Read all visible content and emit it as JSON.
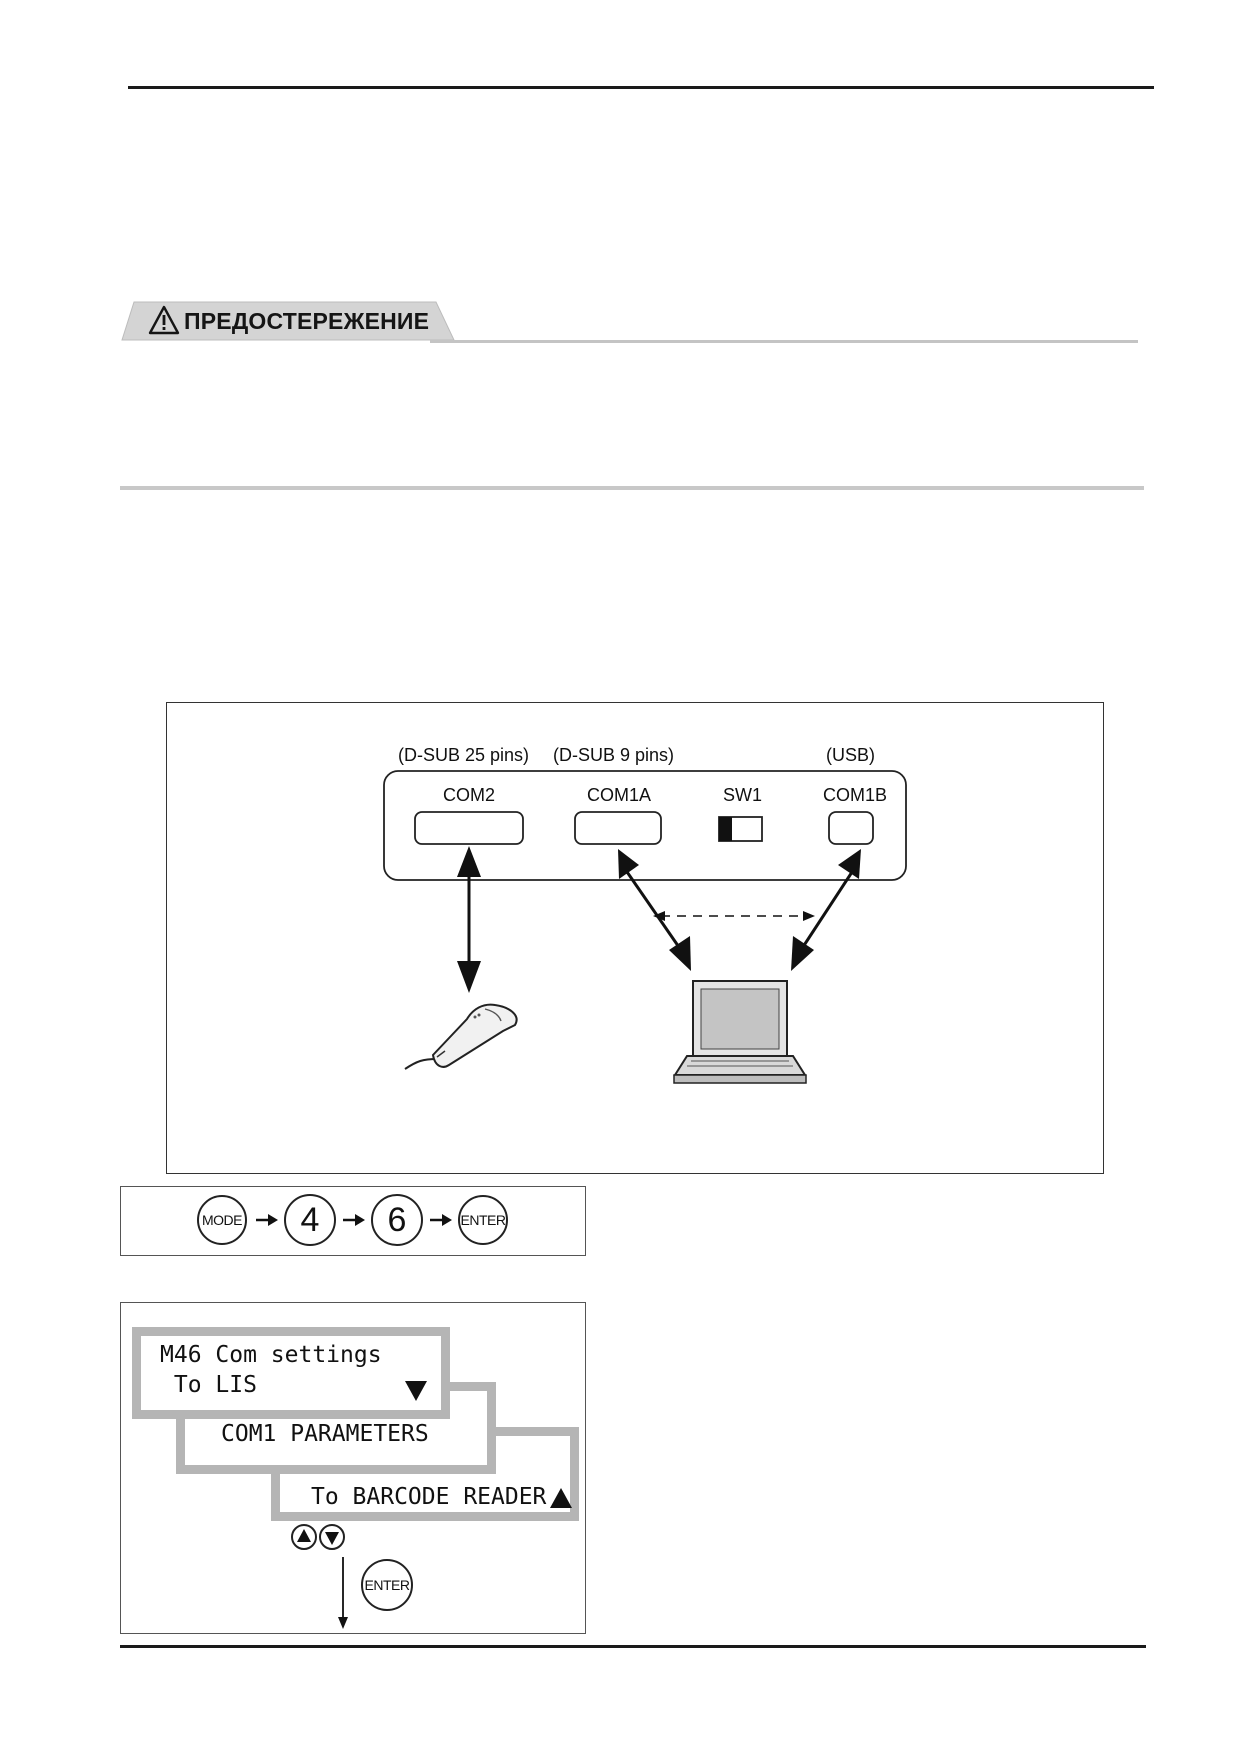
{
  "caution": {
    "label": "ПРЕДОСТЕРЕЖЕНИЕ",
    "icon": "warning-triangle-icon"
  },
  "diagram": {
    "com2_type": "(D-SUB 25 pins)",
    "com1a_type": "(D-SUB 9 pins)",
    "com1b_type": "(USB)",
    "com2_label": "COM2",
    "com1a_label": "COM1A",
    "sw1_label": "SW1",
    "com1b_label": "COM1B",
    "devices": [
      "barcode-reader-icon",
      "laptop-icon"
    ]
  },
  "key_sequence": {
    "mode": "MODE",
    "key1": "4",
    "key2": "6",
    "enter": "ENTER"
  },
  "lcd": {
    "screen1_line1": "M46 Com settings",
    "screen1_line2": " To LIS",
    "screen2_line1": "COM1 PARAMETERS",
    "screen3_line1": "To BARCODE READER",
    "enter_key": "ENTER",
    "up_key_icon": "up-arrow-key-icon",
    "down_key_icon": "down-arrow-key-icon"
  },
  "colors": {
    "banner_gray": "#d4d4d4",
    "rule_gray": "#c4c4c4",
    "lcd_border": "#b5b5b5"
  }
}
